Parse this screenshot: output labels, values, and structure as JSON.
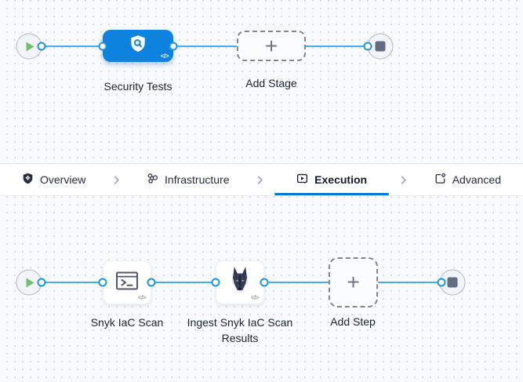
{
  "stage_canvas": {
    "stage_label": "Security Tests",
    "add_stage_label": "Add Stage",
    "plus": "+",
    "code_glyph": "</>"
  },
  "tabs": [
    {
      "label": "Overview",
      "icon": "shield-gear-icon",
      "active": false
    },
    {
      "label": "Infrastructure",
      "icon": "hexagon-cluster-icon",
      "active": false
    },
    {
      "label": "Execution",
      "icon": "play-square-icon",
      "active": true
    },
    {
      "label": "Advanced",
      "icon": "settings-square-icon",
      "active": false
    }
  ],
  "step_canvas": {
    "steps": [
      {
        "label": "Snyk IaC Scan",
        "icon": "terminal-icon"
      },
      {
        "label": "Ingest Snyk IaC Scan Results",
        "icon": "snyk-dog-icon"
      }
    ],
    "add_step_label": "Add Step",
    "plus": "+",
    "code_glyph": "</>"
  },
  "colors": {
    "edge_blue": "#4babe8",
    "connector_blue": "#1d96e0",
    "stage_blue": "#0e82df",
    "active_tab_underline": "#0278d5",
    "play_green": "#6dc36d",
    "stop_gray": "#656b80",
    "canvas_bg": "#f8fafd"
  }
}
